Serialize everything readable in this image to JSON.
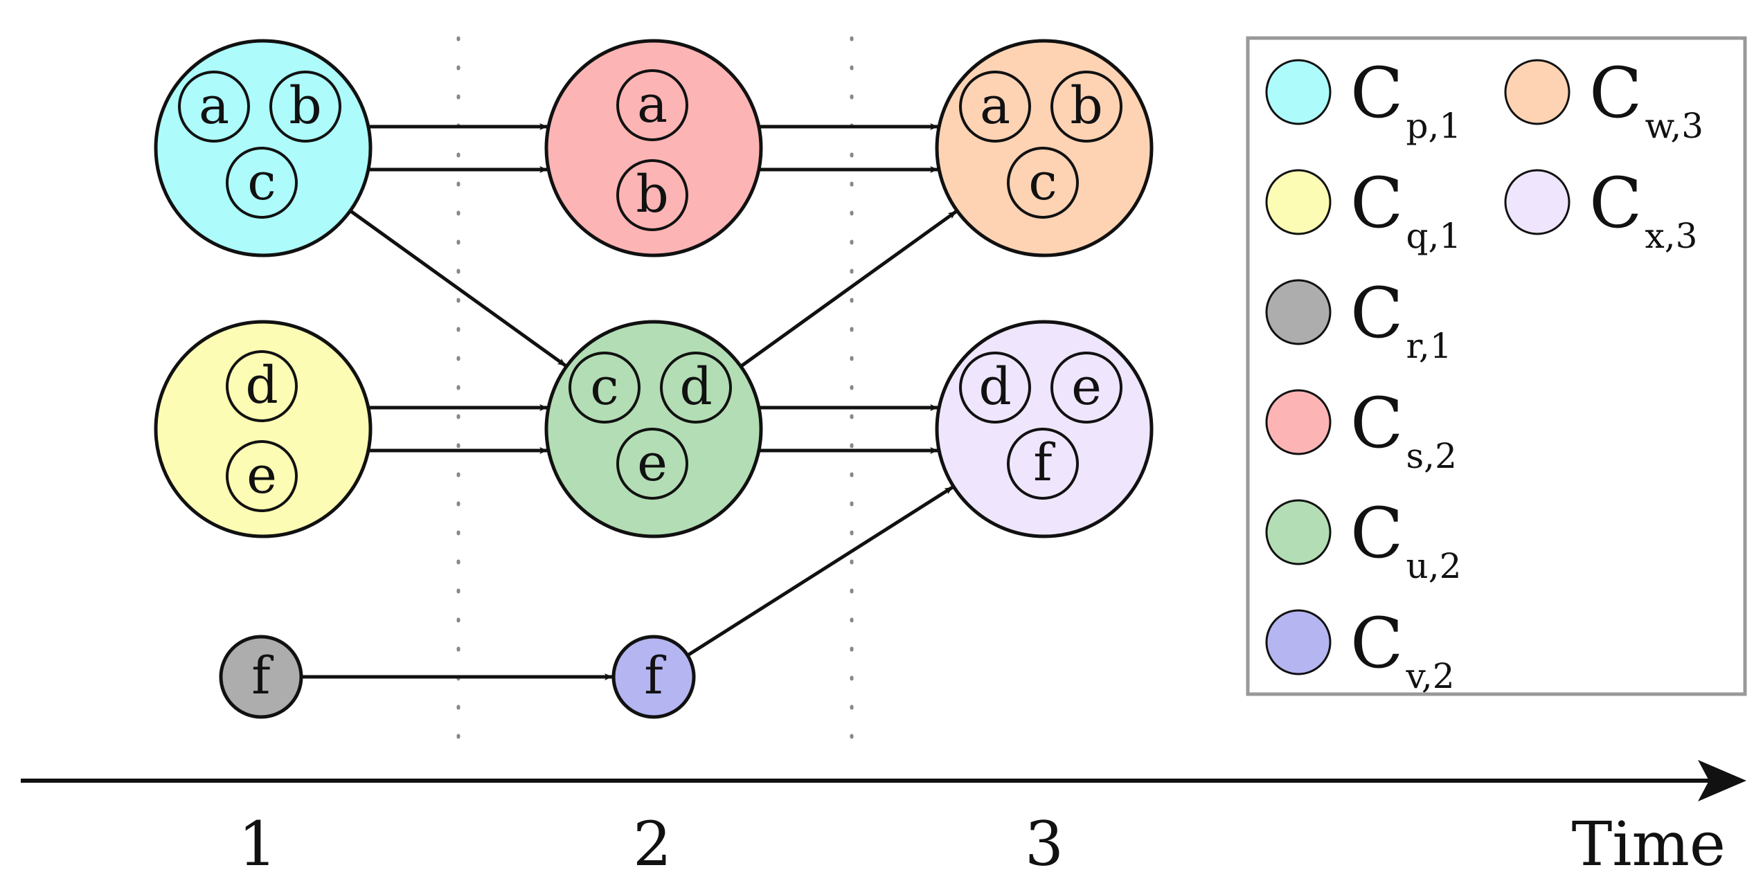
{
  "axis": {
    "title": "Time",
    "ticks": [
      "1",
      "2",
      "3"
    ]
  },
  "colors": {
    "stroke": "#111111",
    "legend_border": "#999999",
    "divider": "#888888",
    "p": "#adfbfb",
    "q": "#fcfcb4",
    "r": "#adadad",
    "s": "#fdb4b5",
    "u": "#b3ddb4",
    "v": "#b4b5f1",
    "w": "#fed3b4",
    "x": "#efe5fd"
  },
  "clusters": {
    "p": {
      "sub": "p,1",
      "items": [
        "a",
        "b",
        "c"
      ]
    },
    "q": {
      "sub": "q,1",
      "items": [
        "d",
        "e"
      ]
    },
    "r": {
      "sub": "r,1",
      "items": [
        "f"
      ]
    },
    "s": {
      "sub": "s,2",
      "items": [
        "a",
        "b"
      ]
    },
    "u": {
      "sub": "u,2",
      "items": [
        "c",
        "d",
        "e"
      ]
    },
    "v": {
      "sub": "v,2",
      "items": [
        "f"
      ]
    },
    "w": {
      "sub": "w,3",
      "items": [
        "a",
        "b",
        "c"
      ]
    },
    "x": {
      "sub": "x,3",
      "items": [
        "d",
        "e",
        "f"
      ]
    }
  },
  "legend": {
    "letter": "C",
    "order": [
      "p",
      "q",
      "r",
      "s",
      "u",
      "v",
      "w",
      "x"
    ]
  },
  "edges": [
    {
      "from": "p",
      "to": "s",
      "count": 2
    },
    {
      "from": "p",
      "to": "u",
      "count": 1
    },
    {
      "from": "q",
      "to": "u",
      "count": 2
    },
    {
      "from": "s",
      "to": "w",
      "count": 2
    },
    {
      "from": "u",
      "to": "w",
      "count": 1
    },
    {
      "from": "u",
      "to": "x",
      "count": 2
    },
    {
      "from": "r",
      "to": "v",
      "count": 1
    },
    {
      "from": "v",
      "to": "x",
      "count": 1
    }
  ]
}
